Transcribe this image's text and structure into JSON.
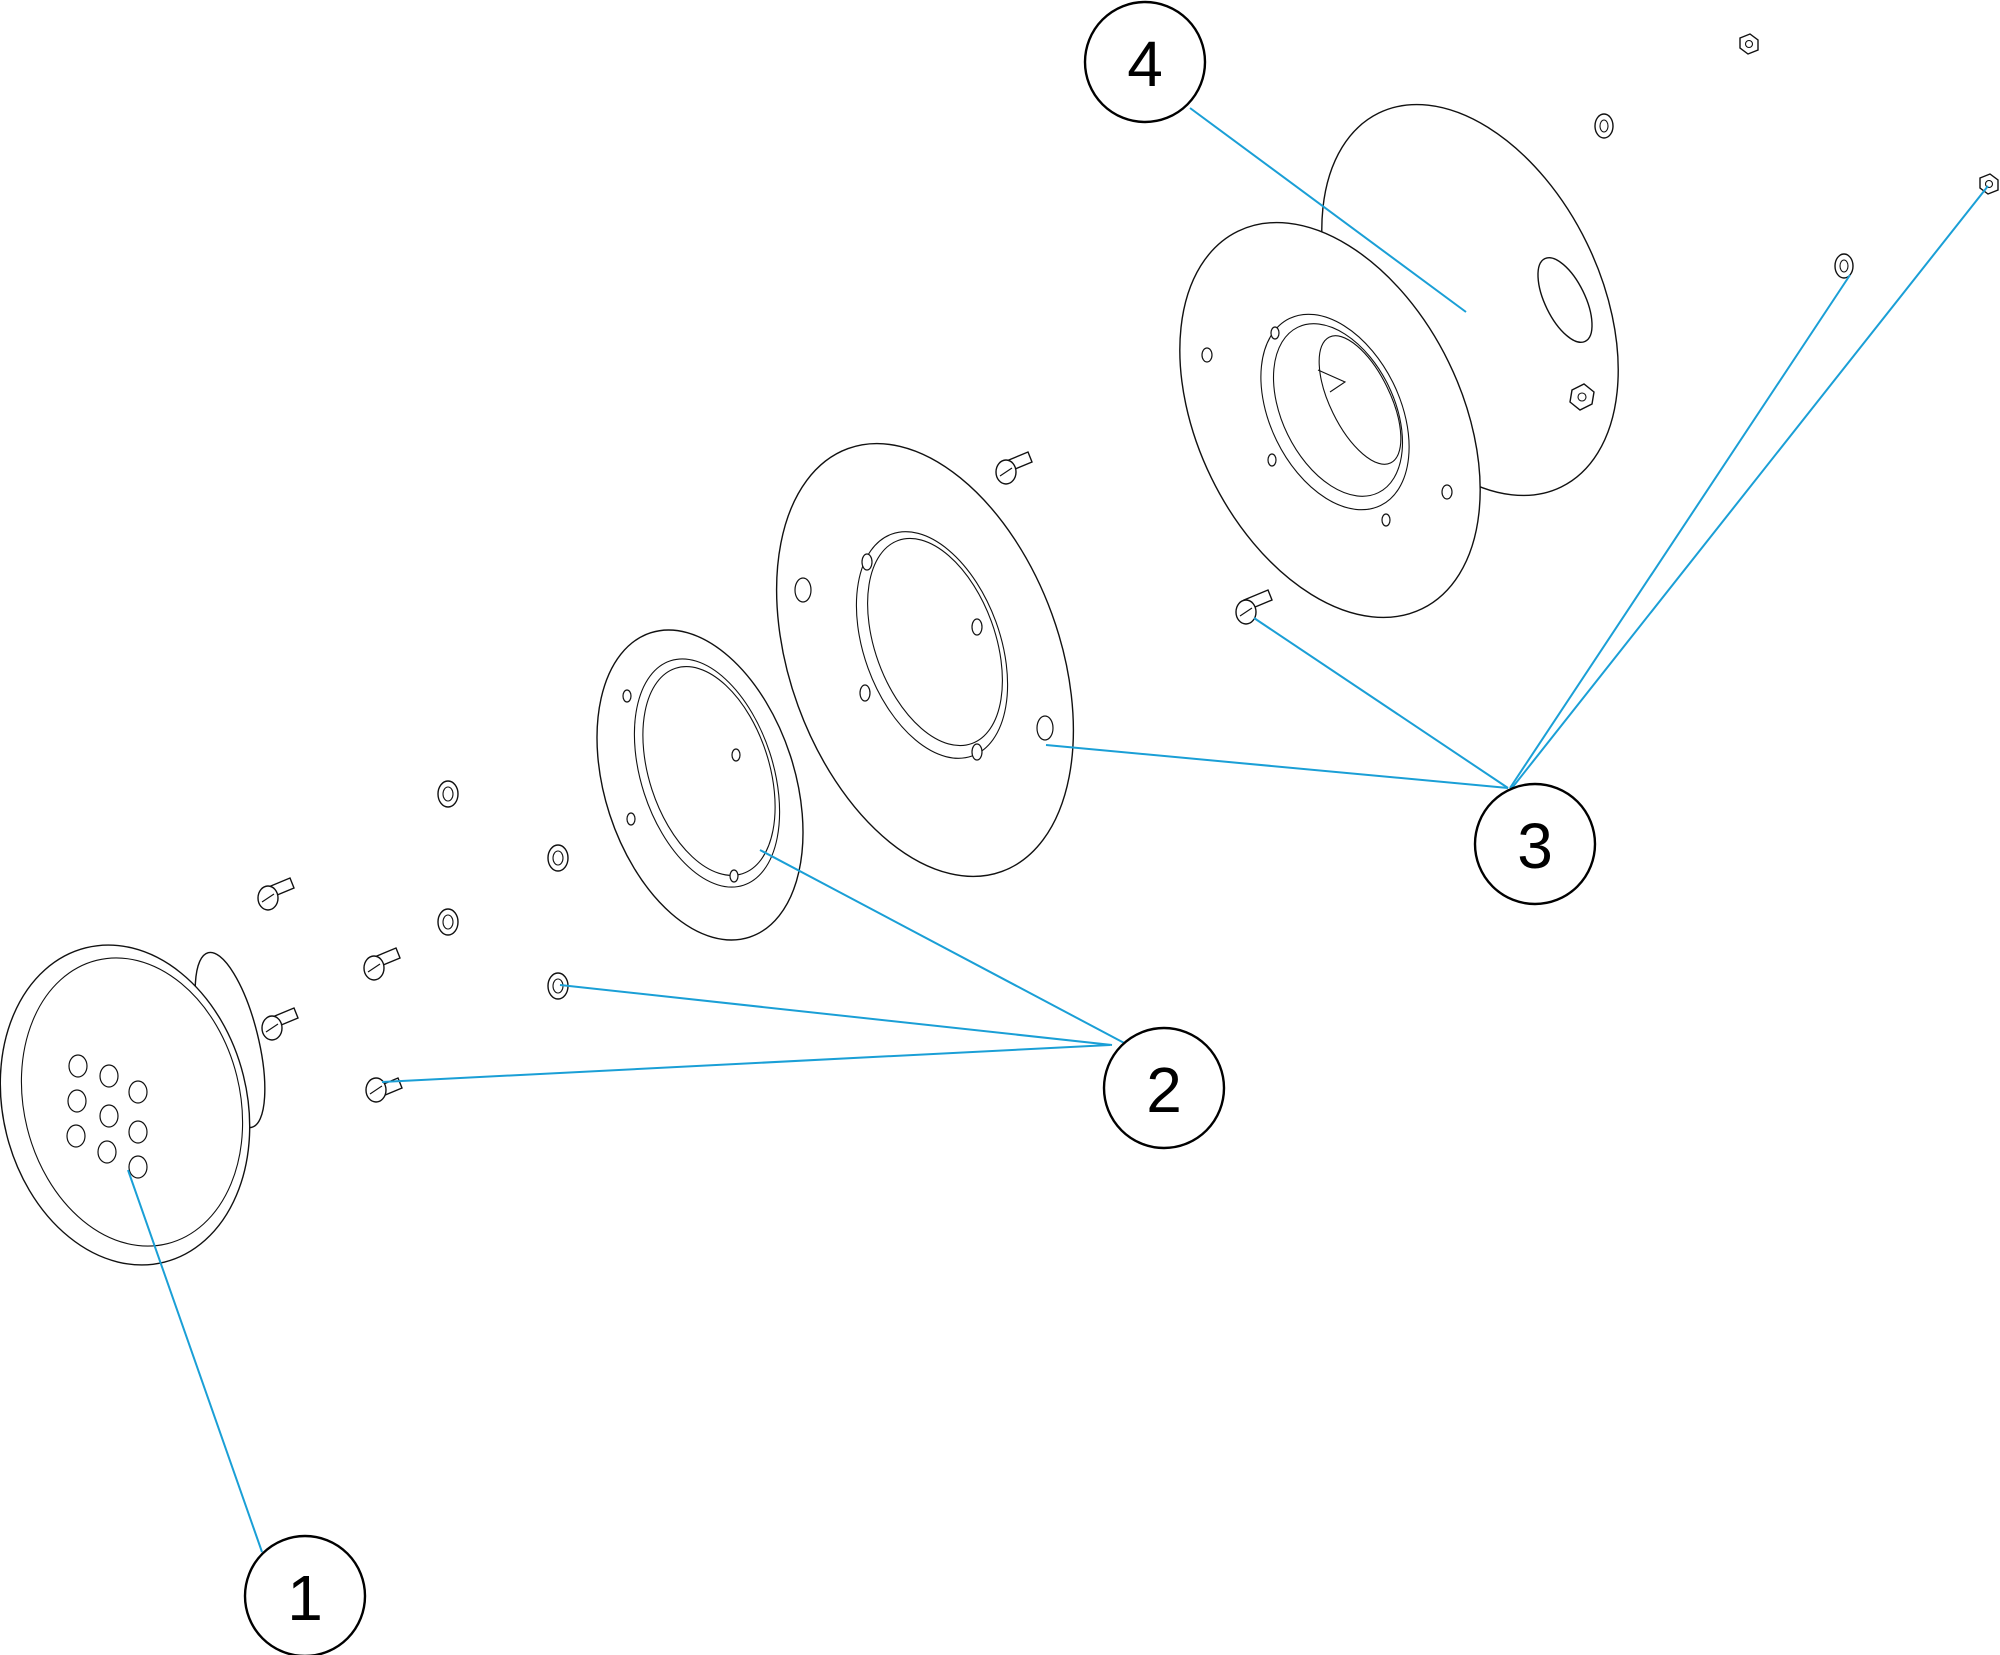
{
  "diagram": {
    "leader_color": "#1a9fd6",
    "line_color": "#111111",
    "callouts": [
      {
        "id": "c1",
        "label": "1"
      },
      {
        "id": "c2",
        "label": "2"
      },
      {
        "id": "c3",
        "label": "3"
      },
      {
        "id": "c4",
        "label": "4"
      }
    ]
  }
}
